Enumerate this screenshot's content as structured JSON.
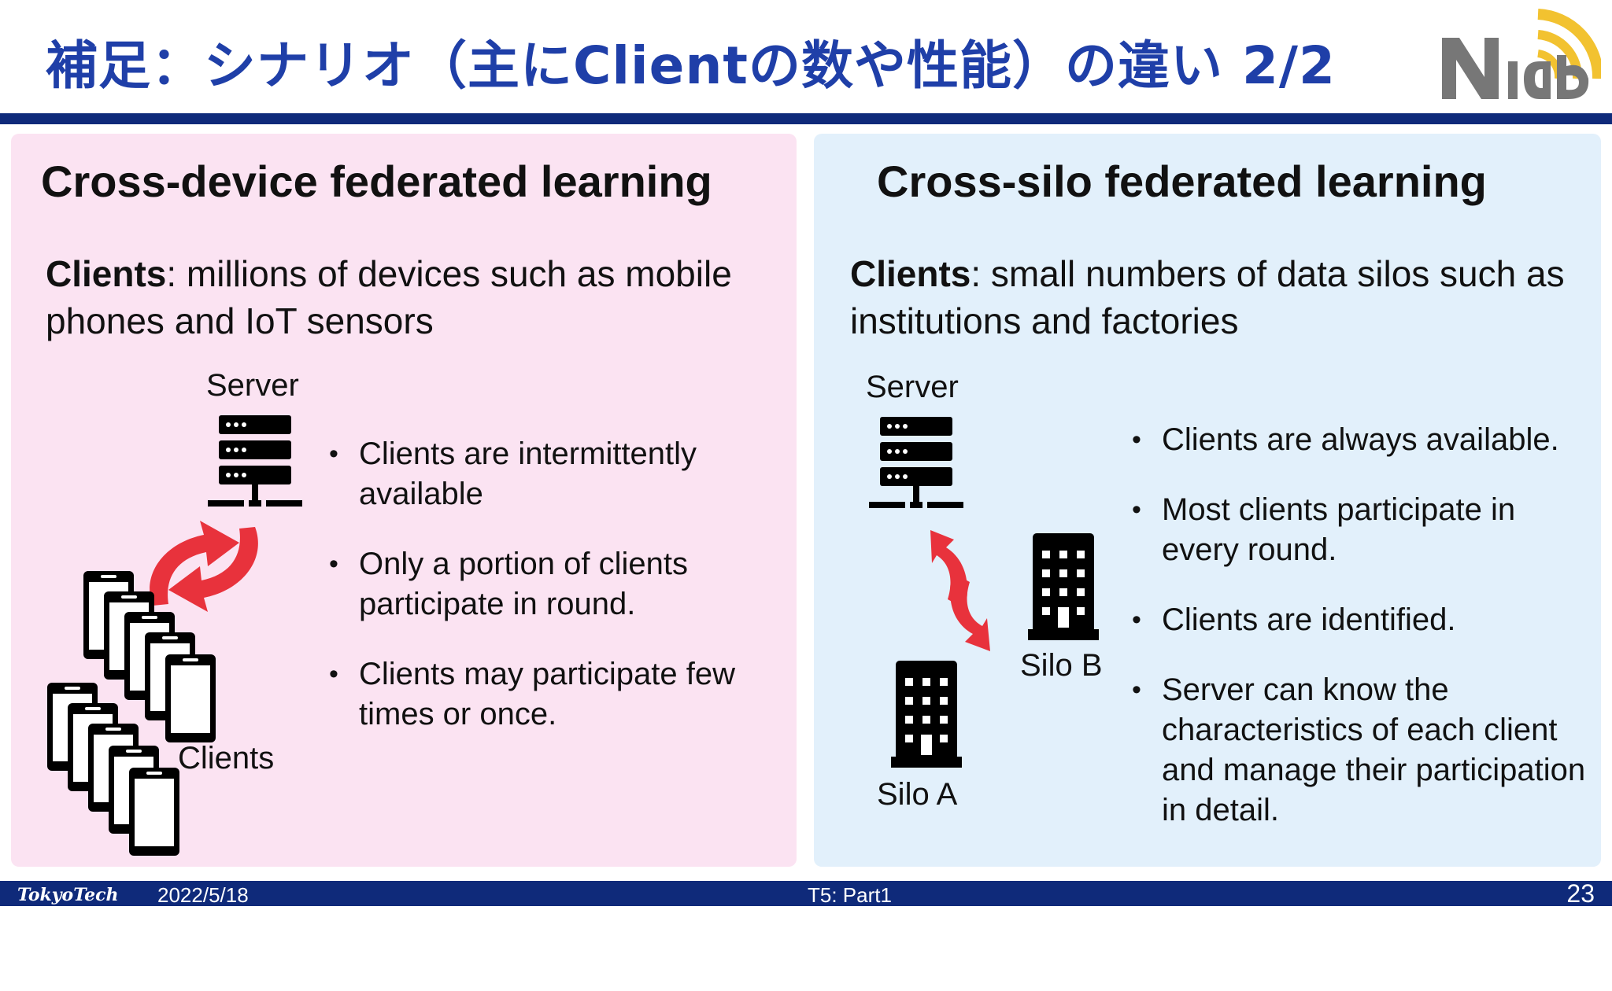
{
  "slide": {
    "title": "補足：シナリオ（主にClientの数や性能）の違い 2/2"
  },
  "left": {
    "heading": "Cross-device federated learning",
    "clients_label_bold": "Clients",
    "clients_text": ": millions of devices such as mobile phones and IoT sensors",
    "server_label": "Server",
    "clients_fig_label": "Clients",
    "bullets": [
      "Clients are intermittently available",
      "Only a portion of clients participate in round.",
      "Clients may participate few times or once."
    ]
  },
  "right": {
    "heading": "Cross-silo federated learning",
    "clients_label_bold": "Clients",
    "clients_text": ": small numbers of data silos such as institutions and factories",
    "server_label": "Server",
    "silo_b_label": "Silo B",
    "silo_a_label": "Silo A",
    "bullets": [
      "Clients are always available.",
      "Most clients participate in every round.",
      "Clients are identified.",
      "Server can know the characteristics of each client and manage their participation in detail."
    ]
  },
  "footer": {
    "brand": "TokyoTech",
    "date": "2022/5/18",
    "session": "T5: Part1",
    "page": "23"
  },
  "colors": {
    "title": "#1f3fa8",
    "rule": "#0f2a7a",
    "left_panel": "#fbe3f2",
    "right_panel": "#e2f0fb",
    "arrow_red": "#e8323c",
    "logo_gray": "#777777",
    "logo_gold": "#f2c230"
  },
  "icons": [
    "server-icon",
    "phone-icon",
    "building-icon",
    "sync-arrows-icon",
    "nlab-logo"
  ]
}
